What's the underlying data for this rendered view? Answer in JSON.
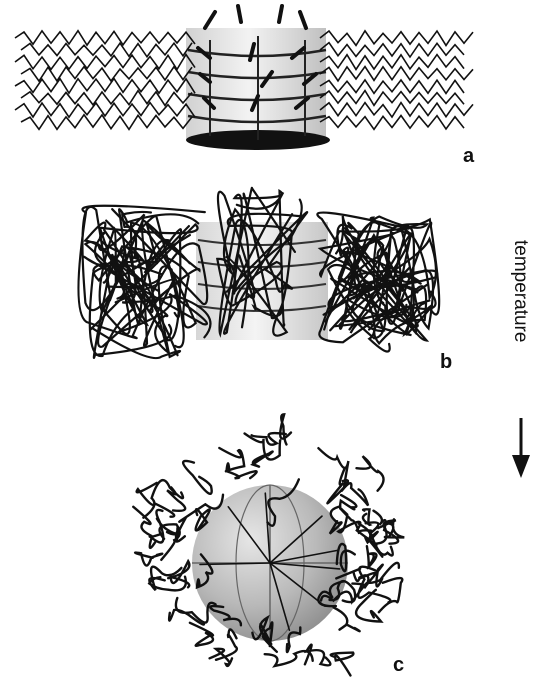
{
  "panels": [
    {
      "id": "a",
      "label": "a"
    },
    {
      "id": "b",
      "label": "b"
    },
    {
      "id": "c",
      "label": "c"
    }
  ],
  "axis": {
    "label": "temperature",
    "direction": "down"
  },
  "colors": {
    "chain": "#111111",
    "core_light": "#e8e8e8",
    "core_mid": "#b8b8b8",
    "core_dark": "#8a8a8a"
  }
}
